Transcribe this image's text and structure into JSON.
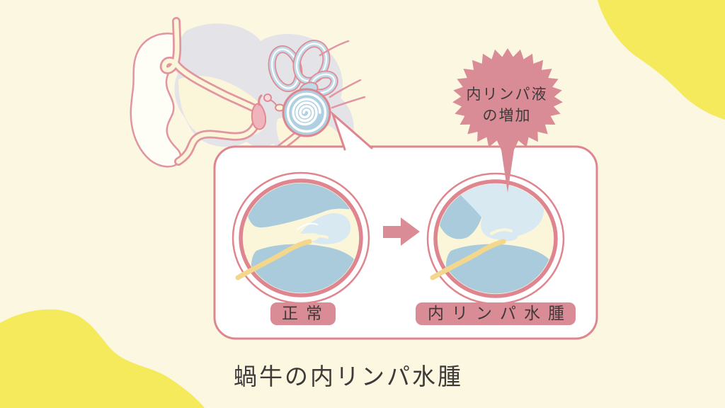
{
  "palette": {
    "background": "#FBF7E1",
    "accent_yellow": "#F5E95C",
    "accent_pink": "#DA8C96",
    "outline_pink": "#DF858F",
    "ear_line_pink": "#E195A0",
    "eardrum_pink": "#EFB4BC",
    "tissue_gray": "#E4E3E7",
    "perilymph_blue": "#A9CBDC",
    "endolymph_blue": "#D9E9F1",
    "cochlea_disc_blue": "#AFD0E0",
    "canal_tube_blue": "#BFDBE9",
    "inner_cream": "#FBF5DA",
    "nerve_yellow": "#F2D78C",
    "panel_white": "#FFFFFF",
    "text_dark": "#3E3A3A"
  },
  "starburst_callout": {
    "line1": "内リンパ液",
    "line2": "の増加"
  },
  "comparison_panel": {
    "left_label": "正常",
    "right_label": "内リンパ水腫"
  },
  "caption": {
    "text": "蝸牛の内リンパ水腫"
  }
}
